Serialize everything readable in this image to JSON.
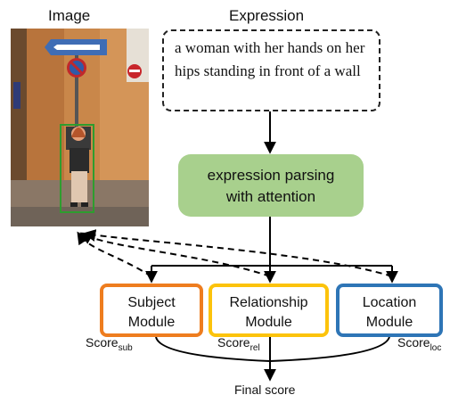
{
  "titles": {
    "image": "Image",
    "expression": "Expression"
  },
  "expression": {
    "text": "a woman with her hands on her hips standing in front of a wall"
  },
  "parser": {
    "line1": "expression parsing",
    "line2": "with attention"
  },
  "modules": {
    "subject": {
      "line1": "Subject",
      "line2": "Module",
      "color": "#ee7d1f"
    },
    "relationship": {
      "line1": "Relationship",
      "line2": "Module",
      "color": "#fcc30b"
    },
    "location": {
      "line1": "Location",
      "line2": "Module",
      "color": "#2e75b6"
    }
  },
  "scores": {
    "subject": {
      "base": "Score",
      "sub": "sub"
    },
    "relationship": {
      "base": "Score",
      "sub": "rel"
    },
    "location": {
      "base": "Score",
      "sub": "loc"
    }
  },
  "final": "Final score",
  "colors": {
    "parser_fill": "#a8d08d",
    "bbox": "#2e9d2e"
  }
}
